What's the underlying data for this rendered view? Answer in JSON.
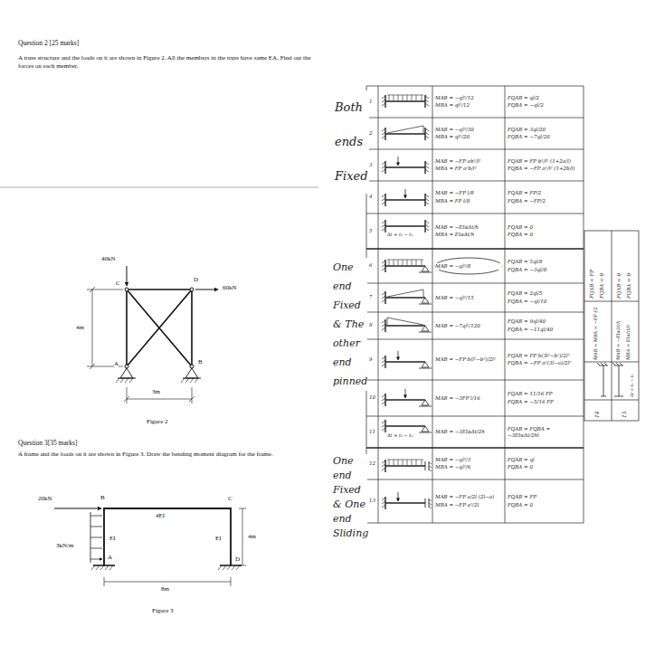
{
  "diagram": {
    "labels": [
      "Question 2 [25 marks]",
      "A truss structure and the loads on it are shown in Figure 2.  All the members in the truss have same EA.  Find out the forces on each member.",
      "40kN",
      "C",
      "D",
      "60kN",
      "4m",
      "A",
      "B",
      "3m",
      "Figure 2",
      "Question 3[35 marks]",
      "A frame and the loads on it are shown in Figure 3.  Draw the bending moment diagram for the frame.",
      "20kN",
      "B",
      "C",
      "4EI",
      "EI",
      "EI",
      "3kN/m",
      "A",
      "D",
      "4m",
      "8m",
      "Figure 3",
      "Both ends Fixed",
      "One end Fixed & The other end pinned",
      "One end Fixed & One end Sliding",
      "1",
      "2",
      "3",
      "4",
      "5",
      "6",
      "7",
      "8",
      "9",
      "10",
      "11",
      "12",
      "13",
      "MAB = −ql²/12",
      "MBA = ql²/12",
      "FQAB = ql/2",
      "FQBA = −ql/2",
      "MAB = −ql²/30",
      "MBA = ql²/20",
      "FQAB = 3ql/20",
      "FQBA = −7ql/20",
      "MAB = −FP ab²/l²",
      "MBA = FP a²b/l²",
      "FQAB = FP b²/l² (1+2a/l)",
      "FQBA = −FP a²/l² (1+2b/l)",
      "MAB = −FP l/8",
      "MBA = FP l/8",
      "FQAB = FP/2",
      "FQBA = −FP/2",
      "MAB = −EIαΔt/h",
      "MBA = EIαΔt/h",
      "FQAB = 0",
      "FQBA = 0",
      "Δt = t₂ − t₁",
      "MAB = −ql²/8",
      "FQAB = 5ql/8",
      "FQBA = −3ql/8",
      "MAB = −ql²/15",
      "FQAB = 2ql/5",
      "FQBA = −ql/10",
      "MAB = −7ql²/120",
      "FQAB = 9ql/40",
      "FQBA = −11ql/40",
      "MAB = −FP b(l²−b²)/2l²",
      "FQAB = FP b(3l²−b²)/2l³",
      "FQBA = −FP a²(3l−a)/2l³",
      "MAB = −3FP l/16",
      "FQAB = 11/16 FP",
      "FQBA = −5/16 FP",
      "MAB = −3EIαΔt/2h",
      "FQAB = FQBA = −3EIαΔt/2hl",
      "Δt = t₁ − t₂",
      "MAB = −ql²/3",
      "MBA = −ql²/6",
      "FQAB = ql",
      "FQBA = 0",
      "MAB = −FP a/2l (2l−a)",
      "MBA = −FP a²/2l",
      "FQAB = FP",
      "FQBA = 0",
      "FQAB = FP",
      "FQBA = 0",
      "MAB = MBA = −FP l/2",
      "14",
      "FQAB = 0",
      "FQBA = 0",
      "MAB = −EIαΔt/h",
      "MBA = EIαΔt/h",
      "15",
      "Δt = t₁ − t₂"
    ]
  }
}
